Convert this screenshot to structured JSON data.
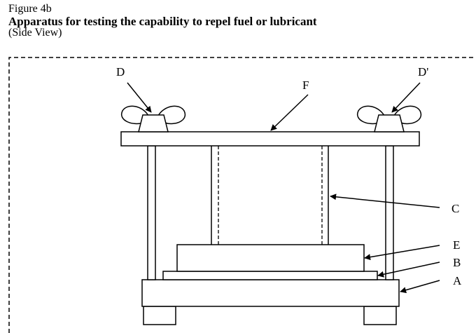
{
  "figure": {
    "label": "Figure 4b",
    "title": "Apparatus for testing the capability to repel fuel or lubricant",
    "subtitle": "(Side View)"
  },
  "labels": {
    "A": "A",
    "B": "B",
    "C": "C",
    "D": "D",
    "D_prime": "D'",
    "E": "E",
    "F": "F"
  }
}
